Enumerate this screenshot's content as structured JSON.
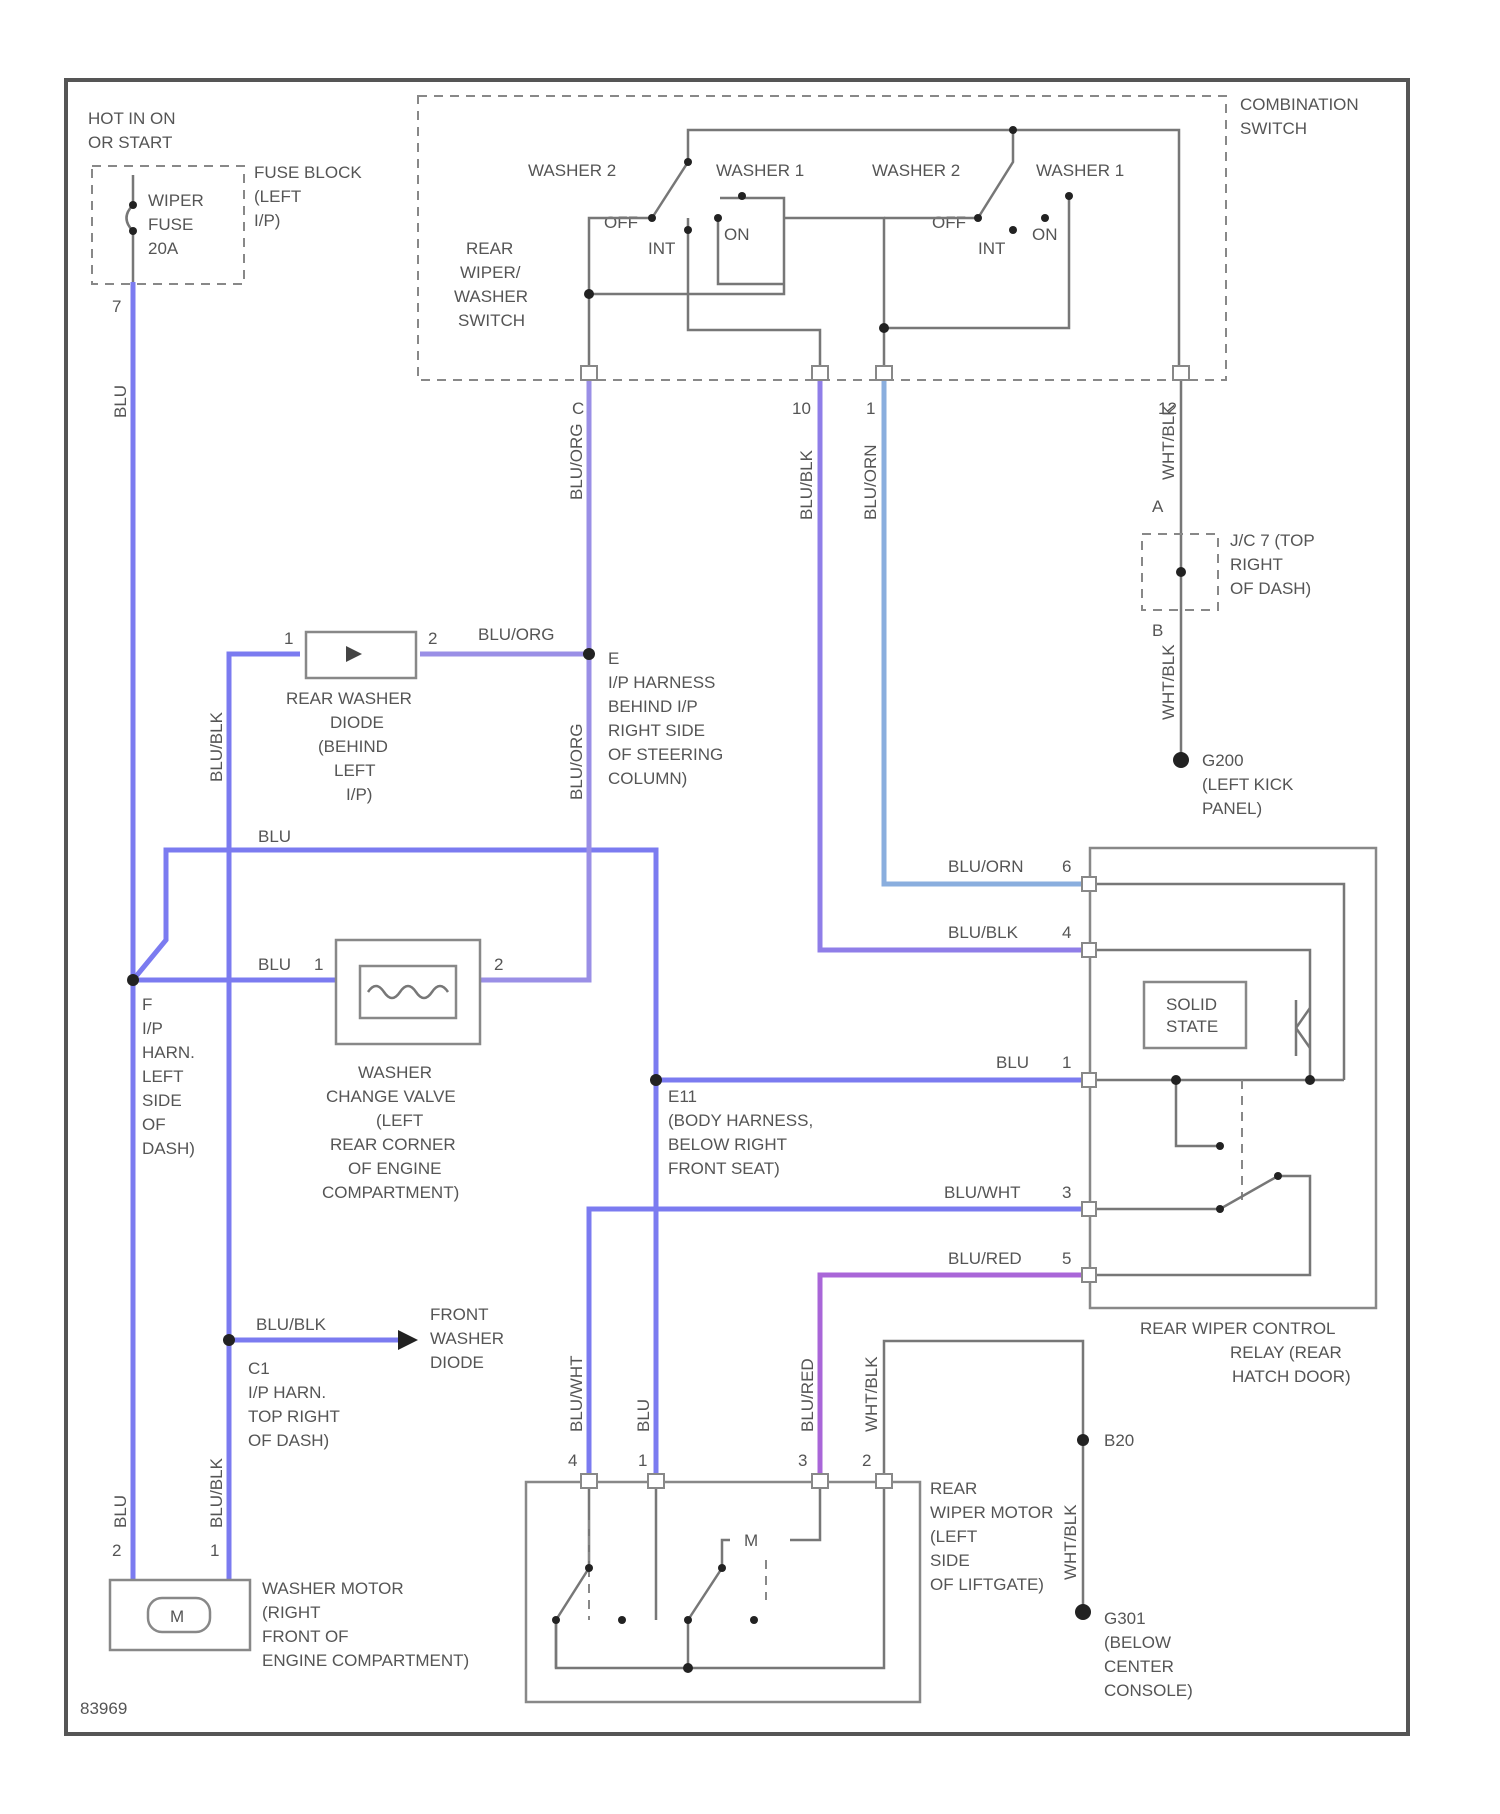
{
  "colors": {
    "wire_blue": "#7b7bf0",
    "wire_light_blue": "#8aaede",
    "wire_purple": "#b26ad8",
    "wire_gray": "#777777",
    "frame": "#555555"
  },
  "power": {
    "line1": "HOT IN ON",
    "line2": "OR START"
  },
  "fuse_block": {
    "line1": "FUSE BLOCK",
    "line2": "(LEFT",
    "line3": "I/P)",
    "fuse_line1": "WIPER",
    "fuse_line2": "FUSE",
    "fuse_line3": "20A"
  },
  "combination_switch": {
    "line1": "COMBINATION",
    "line2": "SWITCH"
  },
  "rear_wiper_switch": {
    "line1": "REAR",
    "line2": "WIPER/",
    "line3": "WASHER",
    "line4": "SWITCH",
    "washer2_a": "WASHER 2",
    "washer1_a": "WASHER 1",
    "washer2_b": "WASHER 2",
    "washer1_b": "WASHER 1",
    "off_a": "OFF",
    "int_a": "INT",
    "on_a": "ON",
    "off_b": "OFF",
    "int_b": "INT",
    "on_b": "ON"
  },
  "wires": {
    "blu_left": "BLU",
    "blu_org_1": "BLU/ORG",
    "blu_blk_1": "BLU/BLK",
    "blu_orn_1": "BLU/ORN",
    "wht_blk_1": "WHT/BLK",
    "blu_org_diode": "BLU/ORG",
    "blu_blk_2": "BLU/BLK",
    "blu_org_2": "BLU/ORG",
    "blu_top_bus": "BLU",
    "blu_valve": "BLU",
    "blu_orn_relay": "BLU/ORN",
    "blu_blk_relay": "BLU/BLK",
    "blu_relay1": "BLU",
    "blu_wht_relay": "BLU/WHT",
    "blu_red_relay": "BLU/RED",
    "blu_blk_front": "BLU/BLK",
    "wht_blk_2": "WHT/BLK",
    "blu_motor": "BLU",
    "blu_blk_motor": "BLU/BLK",
    "blu_wht_m": "BLU/WHT",
    "blu_m": "BLU",
    "blu_red_m": "BLU/RED",
    "wht_blk_m": "WHT/BLK",
    "wht_blk_g": "WHT/BLK"
  },
  "pins": {
    "fuse_bottom": "7",
    "sw_p1": "C",
    "sw_p2": "10",
    "sw_p3": "1",
    "sw_p4": "12",
    "jstop_top": "A",
    "jstop_bottom": "B",
    "diode_1": "1",
    "diode_2": "2",
    "valve_1": "1",
    "valve_2": "2",
    "relay_6": "6",
    "relay_4": "4",
    "relay_1": "1",
    "relay_3": "3",
    "relay_5": "5",
    "motor_4": "4",
    "motor_1": "1",
    "motor_3": "3",
    "motor_2": "2",
    "wm_2": "2",
    "wm_1": "1"
  },
  "jstop": {
    "line1": "J/C 7 (TOP",
    "line2": "RIGHT",
    "line3": "OF DASH)"
  },
  "ground_g200": {
    "line1": "G200",
    "line2": "(LEFT KICK",
    "line3": "PANEL)"
  },
  "rear_washer_diode": {
    "line1": "REAR WASHER",
    "line2": "DIODE",
    "line3": "(BEHIND",
    "line4": "LEFT",
    "line5": "I/P)"
  },
  "splice_e": {
    "line1": "E",
    "line2": "I/P HARNESS",
    "line3": "BEHIND I/P",
    "line4": "RIGHT SIDE",
    "line5": "OF STEERING",
    "line6": "COLUMN)"
  },
  "splice_f": {
    "line1": "F",
    "line2": "I/P",
    "line3": "HARN.",
    "line4": "LEFT",
    "line5": "SIDE",
    "line6": "OF",
    "line7": "DASH)"
  },
  "washer_valve": {
    "line1": "WASHER",
    "line2": "CHANGE VALVE",
    "line3": "(LEFT",
    "line4": "REAR CORNER",
    "line5": "OF ENGINE",
    "line6": "COMPARTMENT)"
  },
  "splice_e11": {
    "line1": "E11",
    "line2": "(BODY HARNESS,",
    "line3": "BELOW RIGHT",
    "line4": "FRONT SEAT)"
  },
  "relay": {
    "solid_state_1": "SOLID",
    "solid_state_2": "STATE",
    "line1": "REAR WIPER CONTROL",
    "line2": "RELAY (REAR",
    "line3": "HATCH DOOR)"
  },
  "front_washer_diode": {
    "line1": "FRONT",
    "line2": "WASHER",
    "line3": "DIODE"
  },
  "splice_c1": {
    "line1": "C1",
    "line2": "I/P HARN.",
    "line3": "TOP RIGHT",
    "line4": "OF DASH)"
  },
  "rear_wiper_motor": {
    "symbol": "M",
    "line1": "REAR",
    "line2": "WIPER MOTOR",
    "line3": "(LEFT",
    "line4": "SIDE",
    "line5": "OF LIFTGATE)"
  },
  "splice_b20": {
    "label": "B20"
  },
  "ground_g301": {
    "line1": "G301",
    "line2": "(BELOW",
    "line3": "CENTER",
    "line4": "CONSOLE)"
  },
  "washer_motor": {
    "symbol": "M",
    "line1": "WASHER MOTOR",
    "line2": "(RIGHT",
    "line3": "FRONT OF",
    "line4": "ENGINE COMPARTMENT)"
  },
  "figure_id": "83969"
}
